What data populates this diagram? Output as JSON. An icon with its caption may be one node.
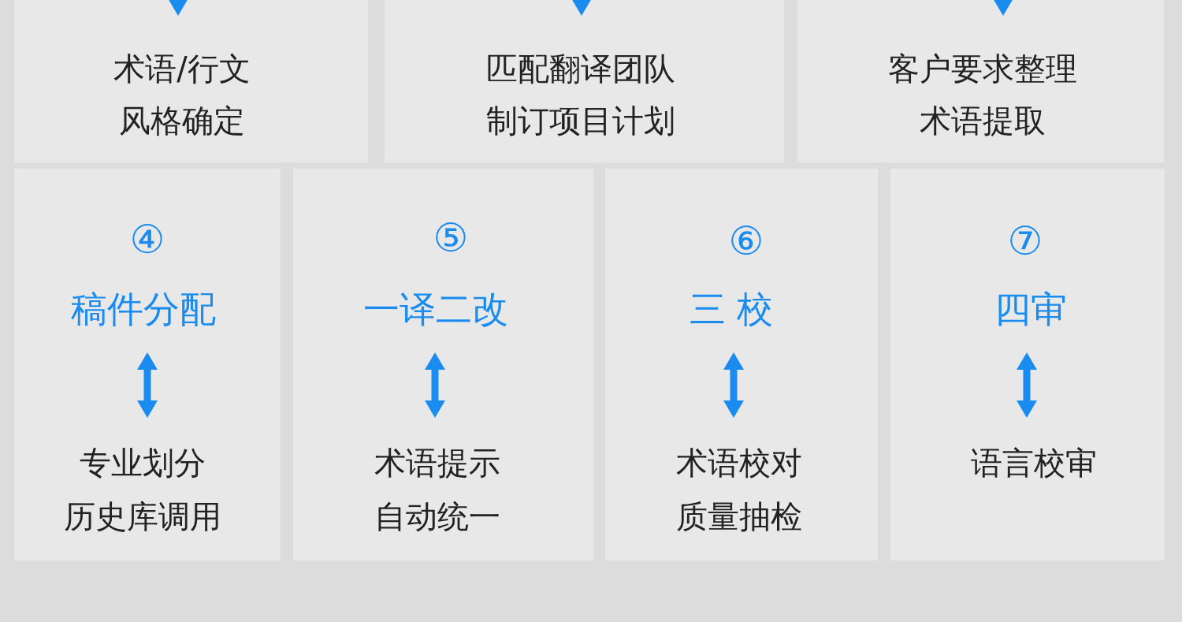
{
  "diagram": {
    "nodes": [
      {
        "text": [
          "术语/行文风格确定"
        ]
      },
      {
        "text": [
          "匹配翻译团队制订项目计划"
        ]
      },
      {
        "text": [
          "客户要求整理术语提取"
        ]
      },
      {
        "text": [
          "④"
        ]
      },
      {
        "text": [
          "稿件分配"
        ],
        "in": 3
      },
      {
        "text": [
          "专业划分历史库调用"
        ],
        "in": 3
      },
      {
        "text": [
          "⑤"
        ]
      },
      {
        "text": [
          "一译二改"
        ],
        "in": 6
      },
      {
        "text": [
          "术语提示自动统一"
        ],
        "in": 6
      },
      {
        "text": [
          "⑥"
        ]
      },
      {
        "text": [
          "三 校"
        ],
        "in": 9
      },
      {
        "text": [
          "术语校对质量抽检"
        ],
        "in": 9
      },
      {
        "text": [
          "⑦"
        ]
      },
      {
        "text": [
          "四审"
        ],
        "in": 12
      },
      {
        "text": [
          "语言校审"
        ],
        "in": 12
      }
    ],
    "edges": [
      {
        "from": null,
        "to": 0,
        "arrow": "to"
      },
      {
        "from": null,
        "to": 1,
        "arrow": "to"
      },
      {
        "from": null,
        "to": 2,
        "arrow": "to"
      },
      {
        "from": 4,
        "to": 5,
        "arrow": "both"
      },
      {
        "from": 7,
        "to": 8,
        "arrow": "both"
      },
      {
        "from": 10,
        "to": 11,
        "arrow": "both"
      },
      {
        "from": 13,
        "to": 14,
        "arrow": "both"
      }
    ]
  }
}
